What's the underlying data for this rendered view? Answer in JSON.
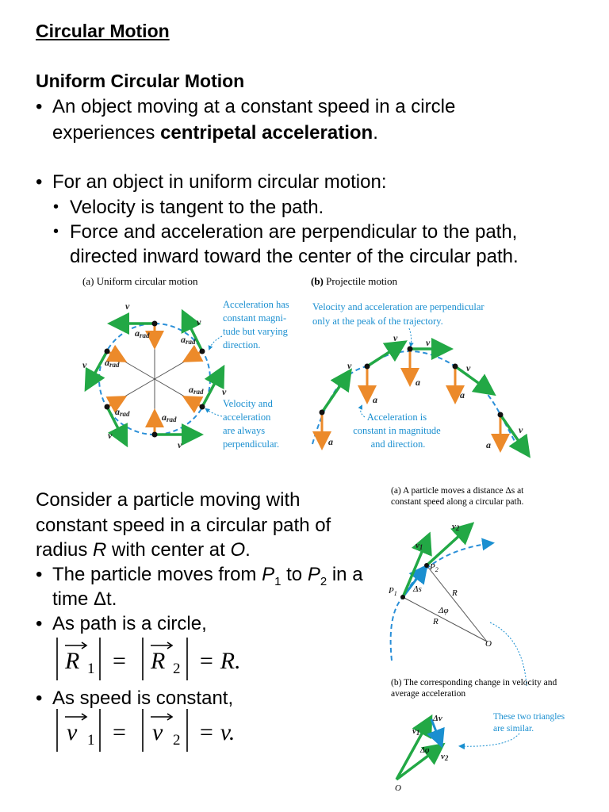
{
  "heading": "Circular Motion",
  "section": "Uniform Circular Motion",
  "bullets": {
    "b1_line1": "An object moving at a constant speed in a circle",
    "b1_line2_pre": "experiences ",
    "b1_line2_bold": "centripetal acceleration",
    "b1_line2_post": ".",
    "b2": "For an object in uniform circular motion:",
    "b2a": "Velocity is tangent to the path.",
    "b2b_line1": "Force and acceleration are perpendicular to the path,",
    "b2b_line2": "directed inward toward the center of the circular path."
  },
  "figure_top": {
    "a_label": "(a)",
    "a_title": "Uniform circular motion",
    "b_label": "(b)",
    "b_title": "Projectile motion",
    "a_note1": [
      "Acceleration has",
      "constant magni-",
      "tude but varying",
      "direction."
    ],
    "a_note2": [
      "Velocity and",
      "acceleration",
      "are always",
      "perpendicular."
    ],
    "b_note1": [
      "Velocity and acceleration are perpendicular",
      "only at the peak of the trajectory."
    ],
    "b_note2": [
      "Acceleration is",
      "constant in magnitude",
      "and direction."
    ],
    "v_symbol": "v",
    "a_symbol": "a",
    "arad_symbol": "a",
    "arad_sub": "rad"
  },
  "consider": {
    "line1": "Consider a particle moving with",
    "line2": "constant speed in a circular path of",
    "line3_pre": "radius ",
    "line3_R": "R",
    "line3_mid": " with center at ",
    "line3_O": "O",
    "line3_post": ".",
    "p_pre": "The particle moves from ",
    "p_P": "P",
    "p_1": "1",
    "p_to": " to ",
    "p_2": "2",
    "p_post": " in a",
    "time_pre": "time ",
    "time_dt": "Δt",
    "time_post": ".",
    "circle_line": "As path is a circle,",
    "speed_line": "As speed is constant,",
    "eq1_end": "= R.",
    "eq2_end": "= v.",
    "R_letter": "R",
    "v_letter": "v",
    "sub1": "1",
    "sub2": "2",
    "equals": "="
  },
  "figure_bottom": {
    "a_cap_line1": "(a) A particle moves a distance Δs at",
    "a_cap_line2": "constant speed along a circular path.",
    "b_cap_line1": "(b) The corresponding change in velocity and",
    "b_cap_line2": "average acceleration",
    "similar_line1": "These two triangles",
    "similar_line2": "are similar.",
    "P1": "P",
    "P2": "P",
    "ds": "Δs",
    "dphi": "Δφ",
    "R": "R",
    "O": "O",
    "dv": "Δv",
    "v1": "v",
    "v2": "v"
  },
  "colors": {
    "green": "#22a845",
    "orange": "#ec8a2a",
    "blue": "#1a8fd0",
    "dashed": "#2a8fd8"
  }
}
